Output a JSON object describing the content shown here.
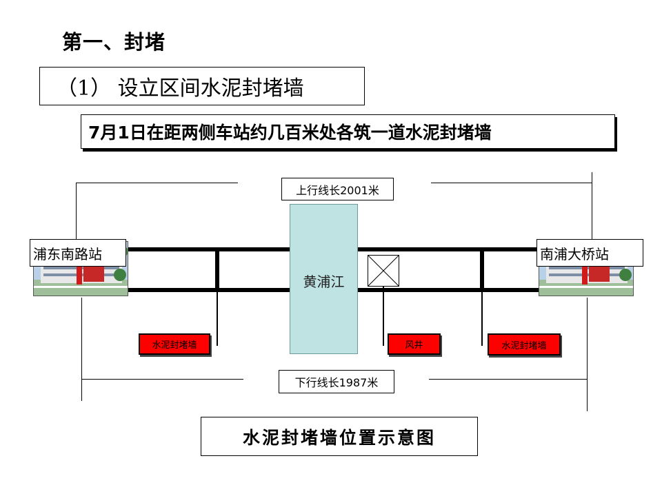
{
  "section_heading": "第一、封堵",
  "subsection_title": "（1） 设立区间水泥封堵墙",
  "info_banner": "7月1日在距两侧车站约几百米处各筑一道水泥封堵墙",
  "diagram": {
    "up_line_length": "上行线长2001米",
    "down_line_length": "下行线长1987米",
    "river_label": "黄浦江",
    "left_station": "浦东南路站",
    "right_station": "南浦大桥站",
    "left_wall_label": "水泥封堵墙",
    "right_wall_label": "水泥封堵墙",
    "shaft_label": "风井",
    "tag_color": "#ff0000",
    "river_color": "#bfe3e3"
  },
  "caption": "水泥封堵墙位置示意图"
}
